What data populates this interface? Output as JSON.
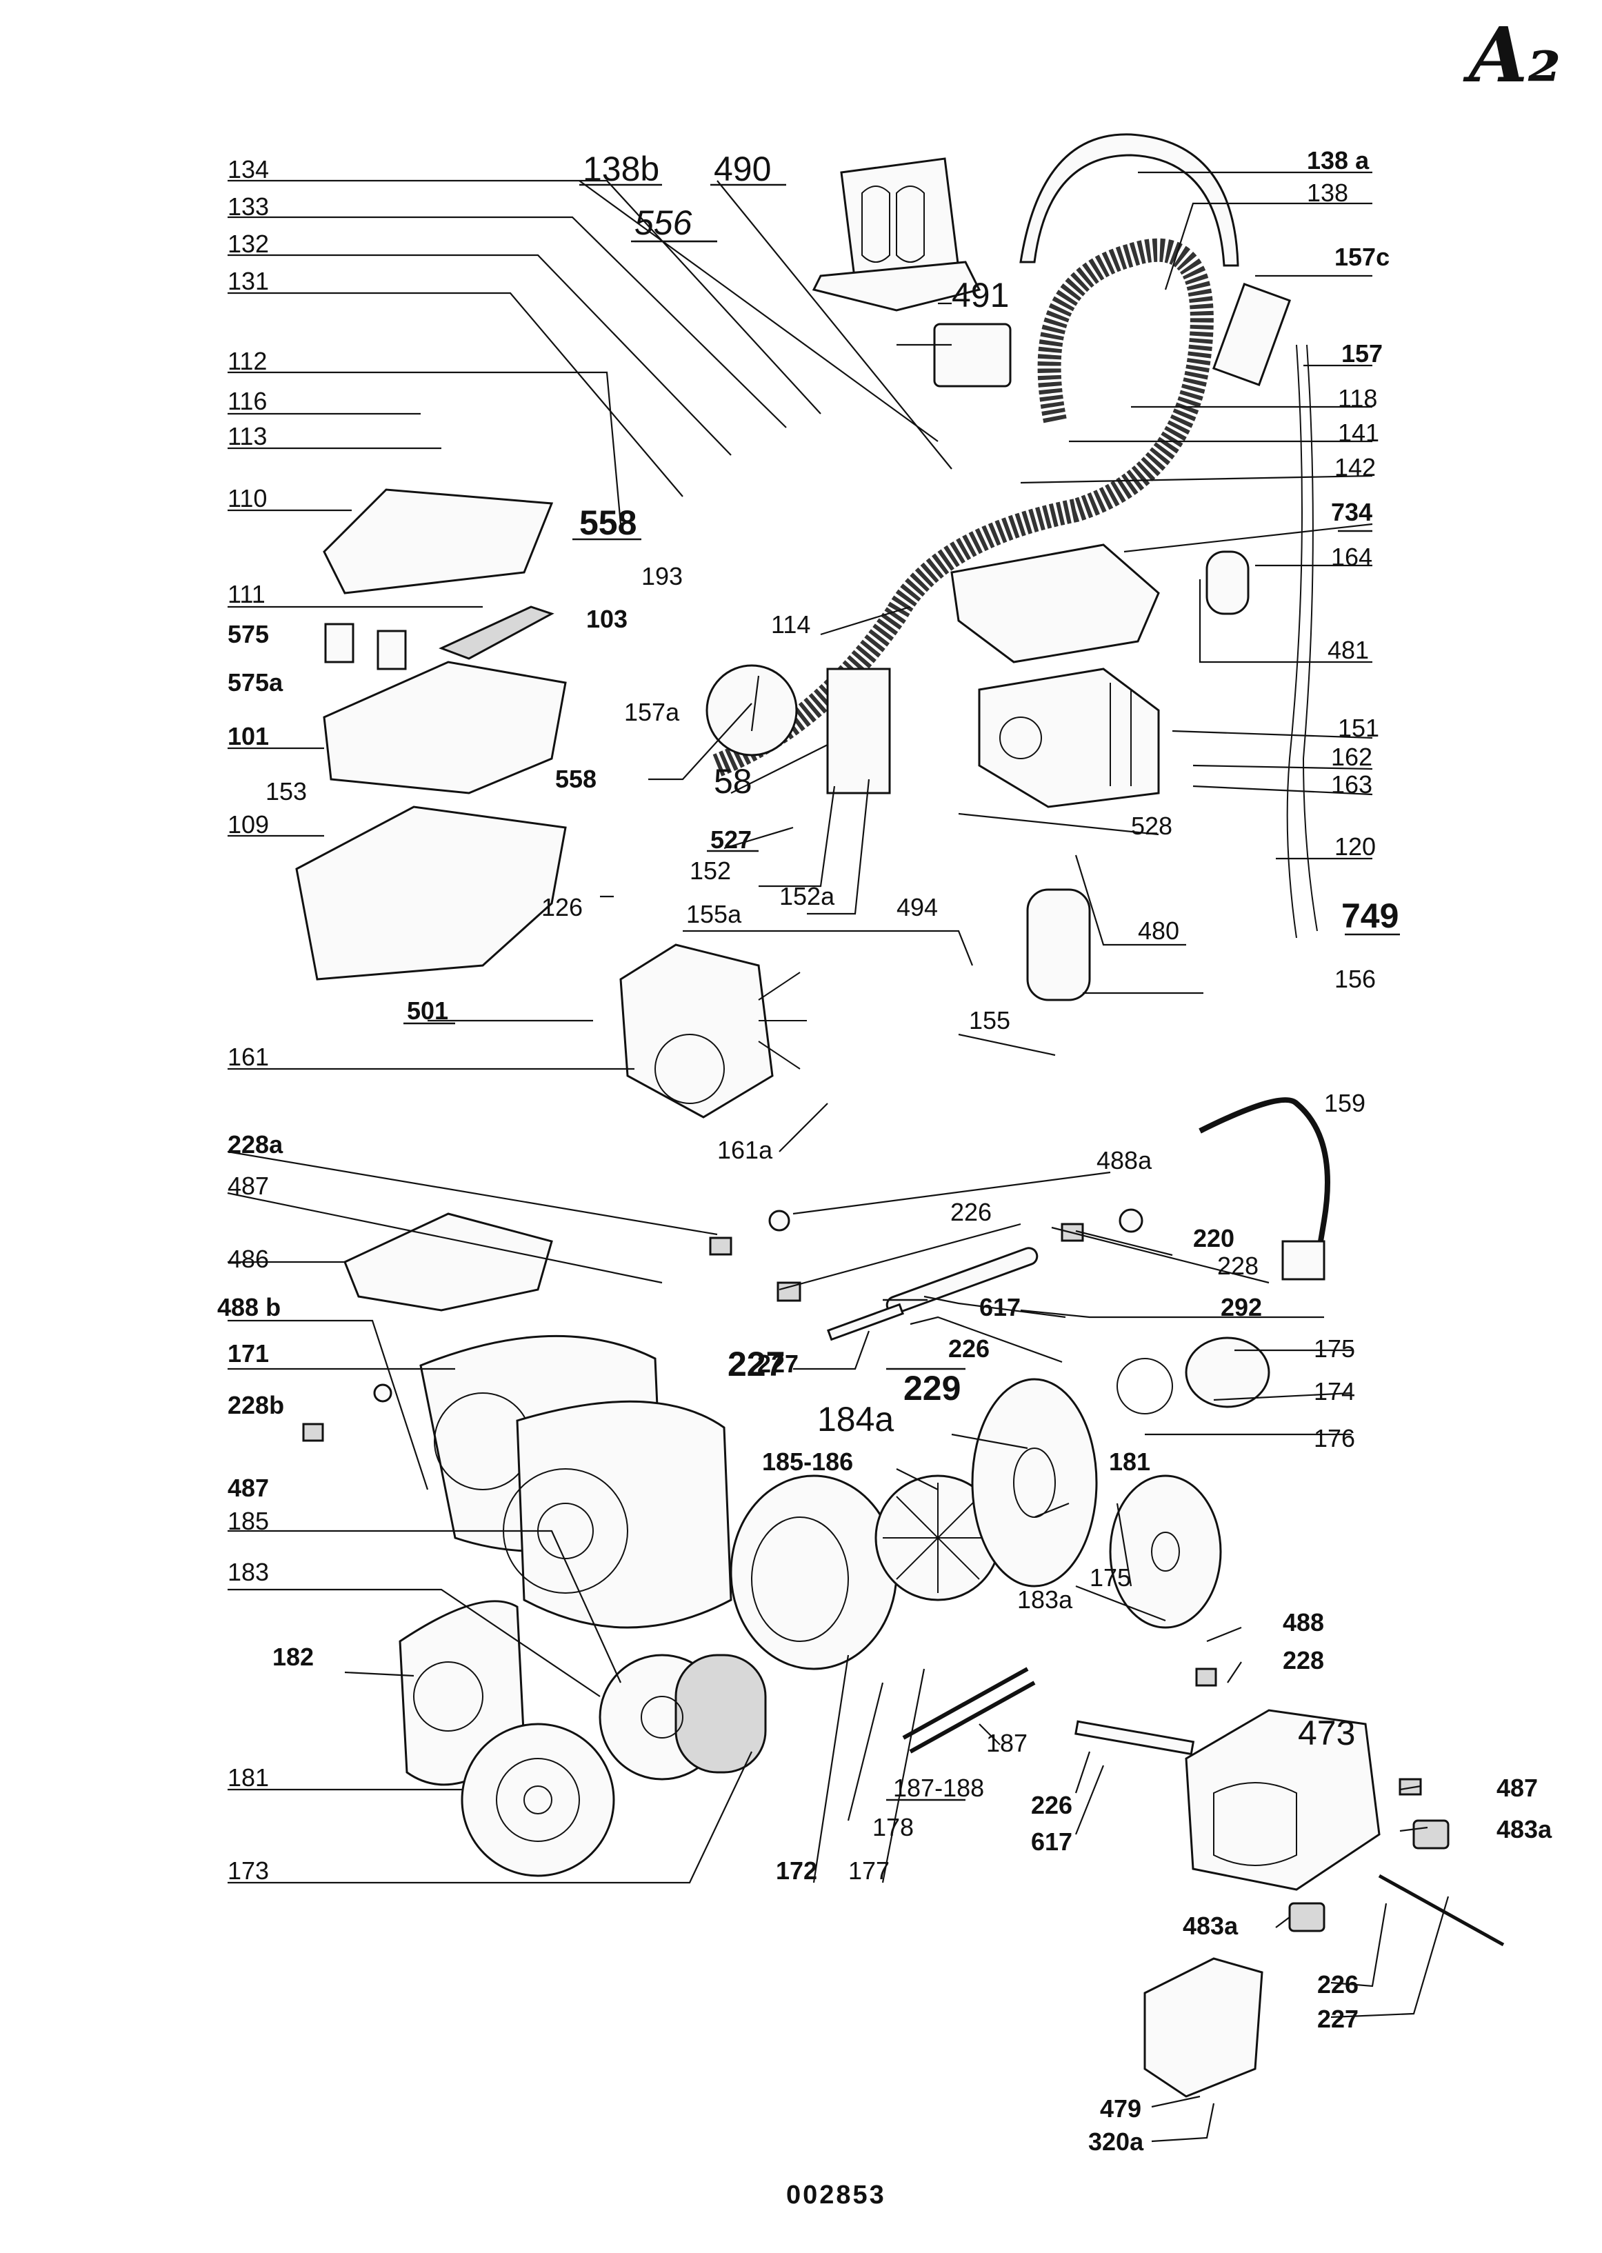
{
  "sheet": {
    "code": "A₂",
    "doc_number": "002853"
  },
  "callouts": {
    "c138a": "138 a",
    "c138": "138",
    "c157c": "157c",
    "c157": "157",
    "c118": "118",
    "c141": "141",
    "c142": "142",
    "c734": "734",
    "c164": "164",
    "c481": "481",
    "c151": "151",
    "c162": "162",
    "c163": "163",
    "c120": "120",
    "c749": "749",
    "c134": "134",
    "c133": "133",
    "c132": "132",
    "c131": "131",
    "c138b": "138b",
    "c490": "490",
    "c556": "556",
    "c491": "491",
    "c112": "112",
    "c116": "116",
    "c113": "113",
    "c110": "110",
    "c558a": "558",
    "c193": "193",
    "c111": "111",
    "c103": "103",
    "c575": "575",
    "c575a": "575a",
    "c114": "114",
    "c101": "101",
    "c157a": "157a",
    "c153": "153",
    "c558b": "558",
    "c58": "58",
    "c527": "527",
    "c528": "528",
    "c109": "109",
    "c152": "152",
    "c152a": "152a",
    "c126": "126",
    "c494": "494",
    "c155a": "155a",
    "c480": "480",
    "c156": "156",
    "c501": "501",
    "c155": "155",
    "c161": "161",
    "c161a": "161a",
    "c159": "159",
    "c228a": "228a",
    "c488a": "488a",
    "c487a": "487",
    "c226a": "226",
    "c220": "220",
    "c228c": "228",
    "c486": "486",
    "c617a": "617",
    "c292": "292",
    "c488b": "488 b",
    "c226b": "226",
    "c175a": "175",
    "c171": "171",
    "c227a": "227",
    "c227b": "227",
    "c229": "229",
    "c174": "174",
    "c228b": "228b",
    "c184a": "184a",
    "c176": "176",
    "c487b": "487",
    "c185186": "185-186",
    "c181a": "181",
    "c185": "185",
    "c183": "183",
    "c183a": "183a",
    "c175b": "175",
    "c488c": "488",
    "c228d": "228",
    "c182": "182",
    "c473": "473",
    "c187": "187",
    "c181b": "181",
    "c187188": "187-188",
    "c226c": "226",
    "c487c": "487",
    "c617b": "617",
    "c483a1": "483a",
    "c178": "178",
    "c173": "173",
    "c172": "172",
    "c177": "177",
    "c483a2": "483a",
    "c226d": "226",
    "c227c": "227",
    "c479": "479",
    "c320a": "320a"
  }
}
